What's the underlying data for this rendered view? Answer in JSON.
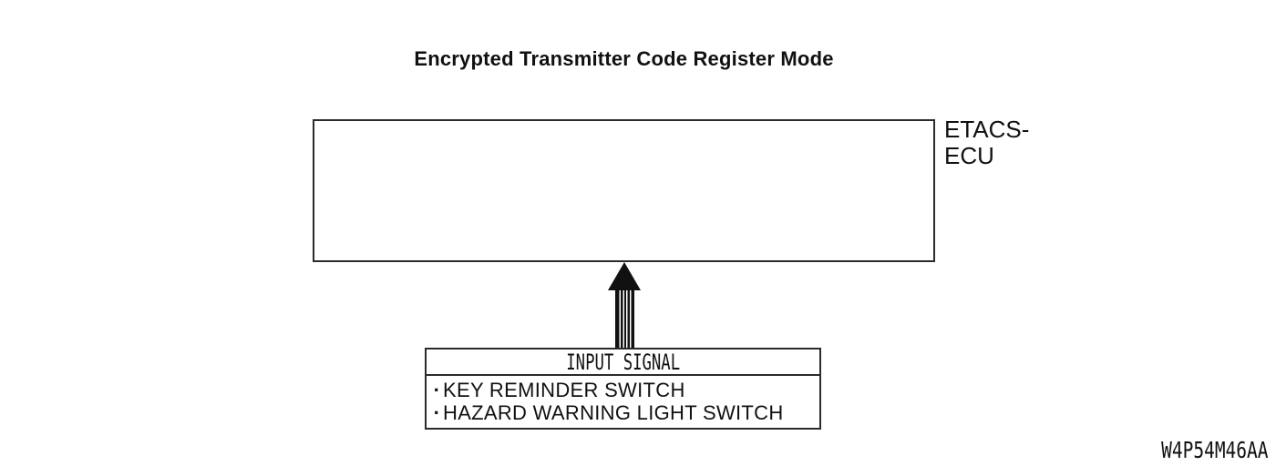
{
  "diagram": {
    "title": "Encrypted Transmitter Code Register Mode",
    "ecu_label": "ETACS-\nECU",
    "input_signal_box": {
      "header": "INPUT SIGNAL",
      "items": [
        {
          "bullet": "·",
          "label": "KEY REMINDER SWITCH"
        },
        {
          "bullet": "·",
          "label": "HAZARD WARNING LIGHT SWITCH"
        }
      ]
    },
    "figure_code": "W4P54M46AA",
    "colors": {
      "background": "#ffffff",
      "line": "#2b2b2b",
      "arrow": "#111111",
      "text": "#111111"
    }
  }
}
